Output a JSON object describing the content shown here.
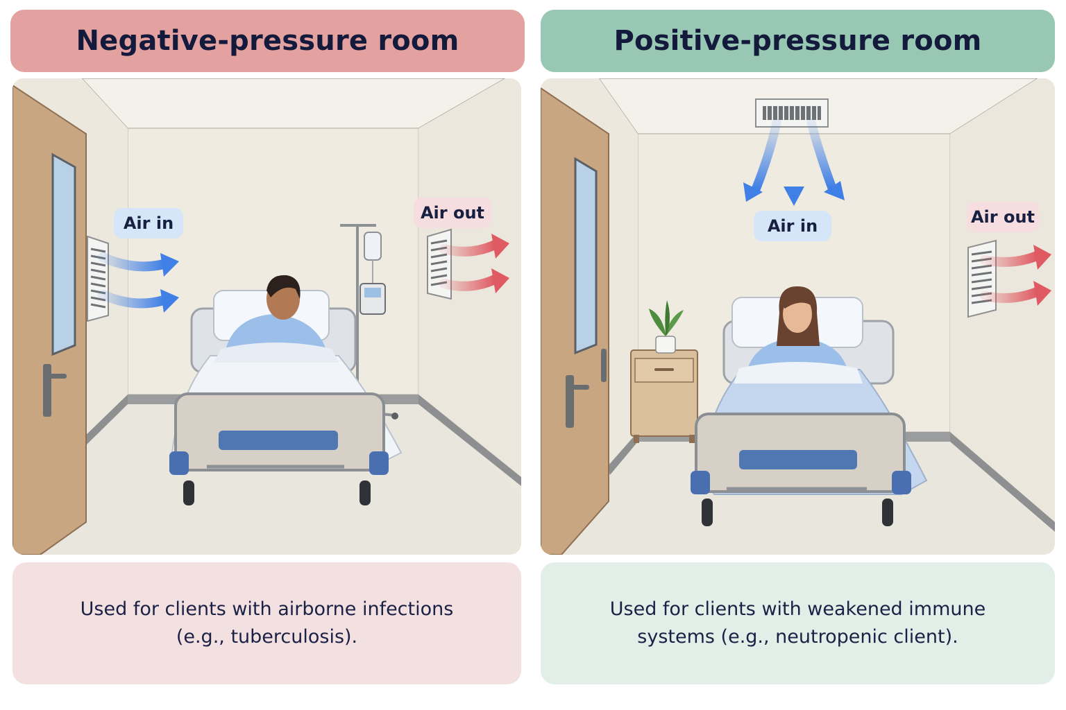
{
  "negative": {
    "title": "Negative-pressure room",
    "air_in_label": "Air in",
    "air_out_label": "Air out",
    "caption_line1": "Used for clients with airborne infections",
    "caption_line2": "(e.g., tuberculosis)."
  },
  "positive": {
    "title": "Positive-pressure room",
    "air_in_label": "Air in",
    "air_out_label": "Air out",
    "caption_line1": "Used for clients with weakened immune",
    "caption_line2": "systems (e.g., neutropenic client)."
  },
  "colors": {
    "negative_header": "#e3a1a0",
    "positive_header": "#98c8b3",
    "air_in_arrow": "#3f7fe6",
    "air_out_arrow": "#e05a63"
  }
}
